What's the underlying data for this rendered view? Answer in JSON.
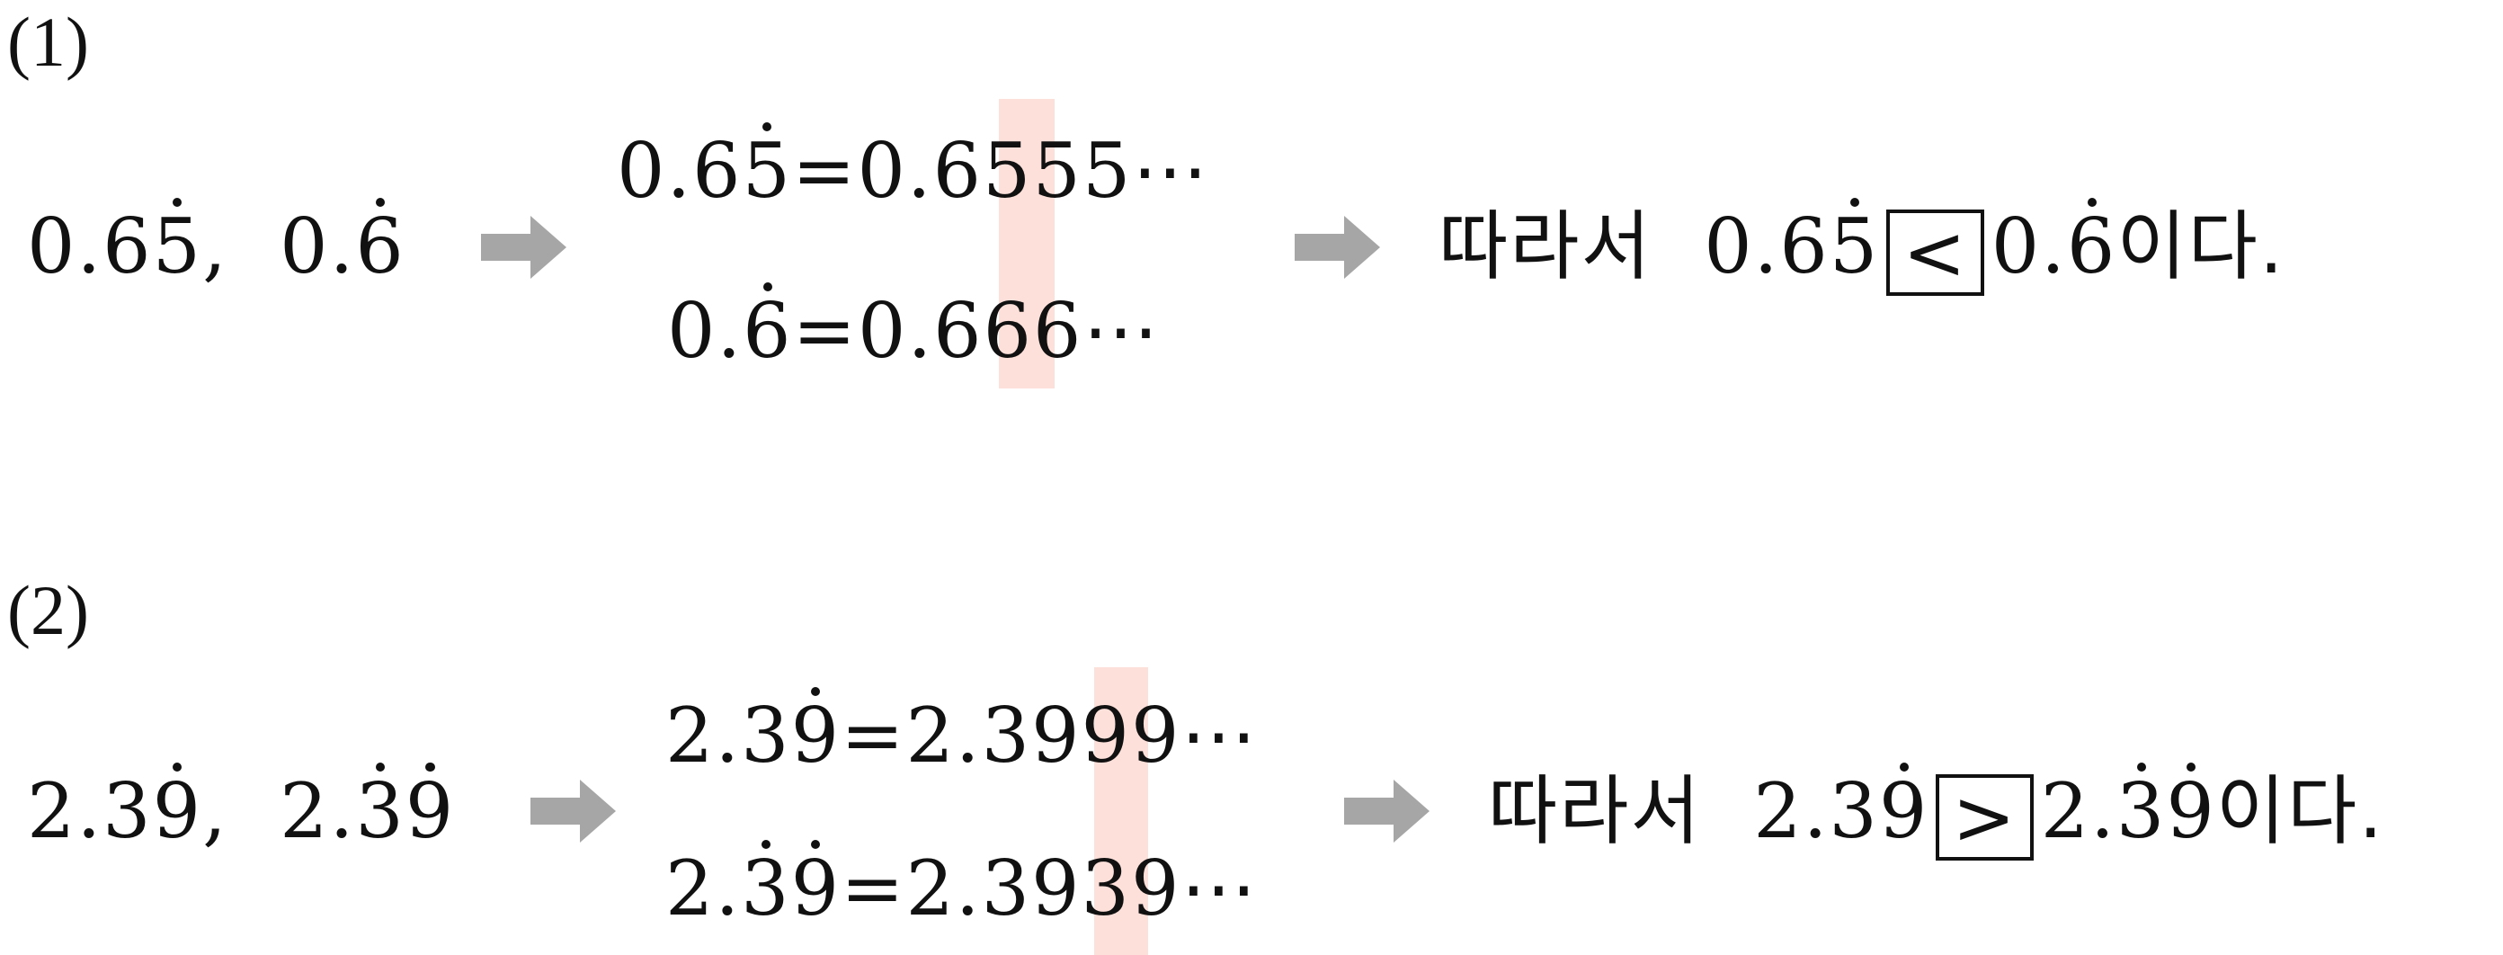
{
  "arrow_color": "#a6a6a6",
  "highlight_color": "#fde0d9",
  "problems": [
    {
      "label": "(1)",
      "left_a": {
        "int": "0",
        "non_rep": "6",
        "rep": "5"
      },
      "left_b": {
        "int": "0",
        "rep": "6"
      },
      "line1": {
        "int": "0",
        "non_rep": "6",
        "rep": "5",
        "expand_pre": "0.6",
        "expand_hl": "5",
        "expand_post": "55⋯"
      },
      "line2": {
        "int": "0",
        "rep": "6",
        "expand_pre": "0.6",
        "expand_hl": "6",
        "expand_post": "6⋯"
      },
      "conclusion": {
        "prefix": "따라서",
        "a": {
          "int": "0",
          "non_rep": "6",
          "rep": "5"
        },
        "sign": "<",
        "b": {
          "int": "0",
          "rep": "6"
        },
        "suffix": "이다."
      }
    },
    {
      "label": "(2)",
      "left_a": {
        "int": "2",
        "non_rep": "3",
        "rep": "9"
      },
      "left_b": {
        "int": "2",
        "rep": "39"
      },
      "line1": {
        "int": "2",
        "non_rep": "3",
        "rep": "9",
        "expand_pre": "2.39",
        "expand_hl": "9",
        "expand_post": "9⋯"
      },
      "line2": {
        "int": "2",
        "rep": "39",
        "expand_pre": "2.39",
        "expand_hl": "3",
        "expand_post": "9⋯"
      },
      "conclusion": {
        "prefix": "따라서",
        "a": {
          "int": "2",
          "non_rep": "3",
          "rep": "9"
        },
        "sign": ">",
        "b": {
          "int": "2",
          "rep": "39"
        },
        "suffix": "이다."
      }
    }
  ]
}
